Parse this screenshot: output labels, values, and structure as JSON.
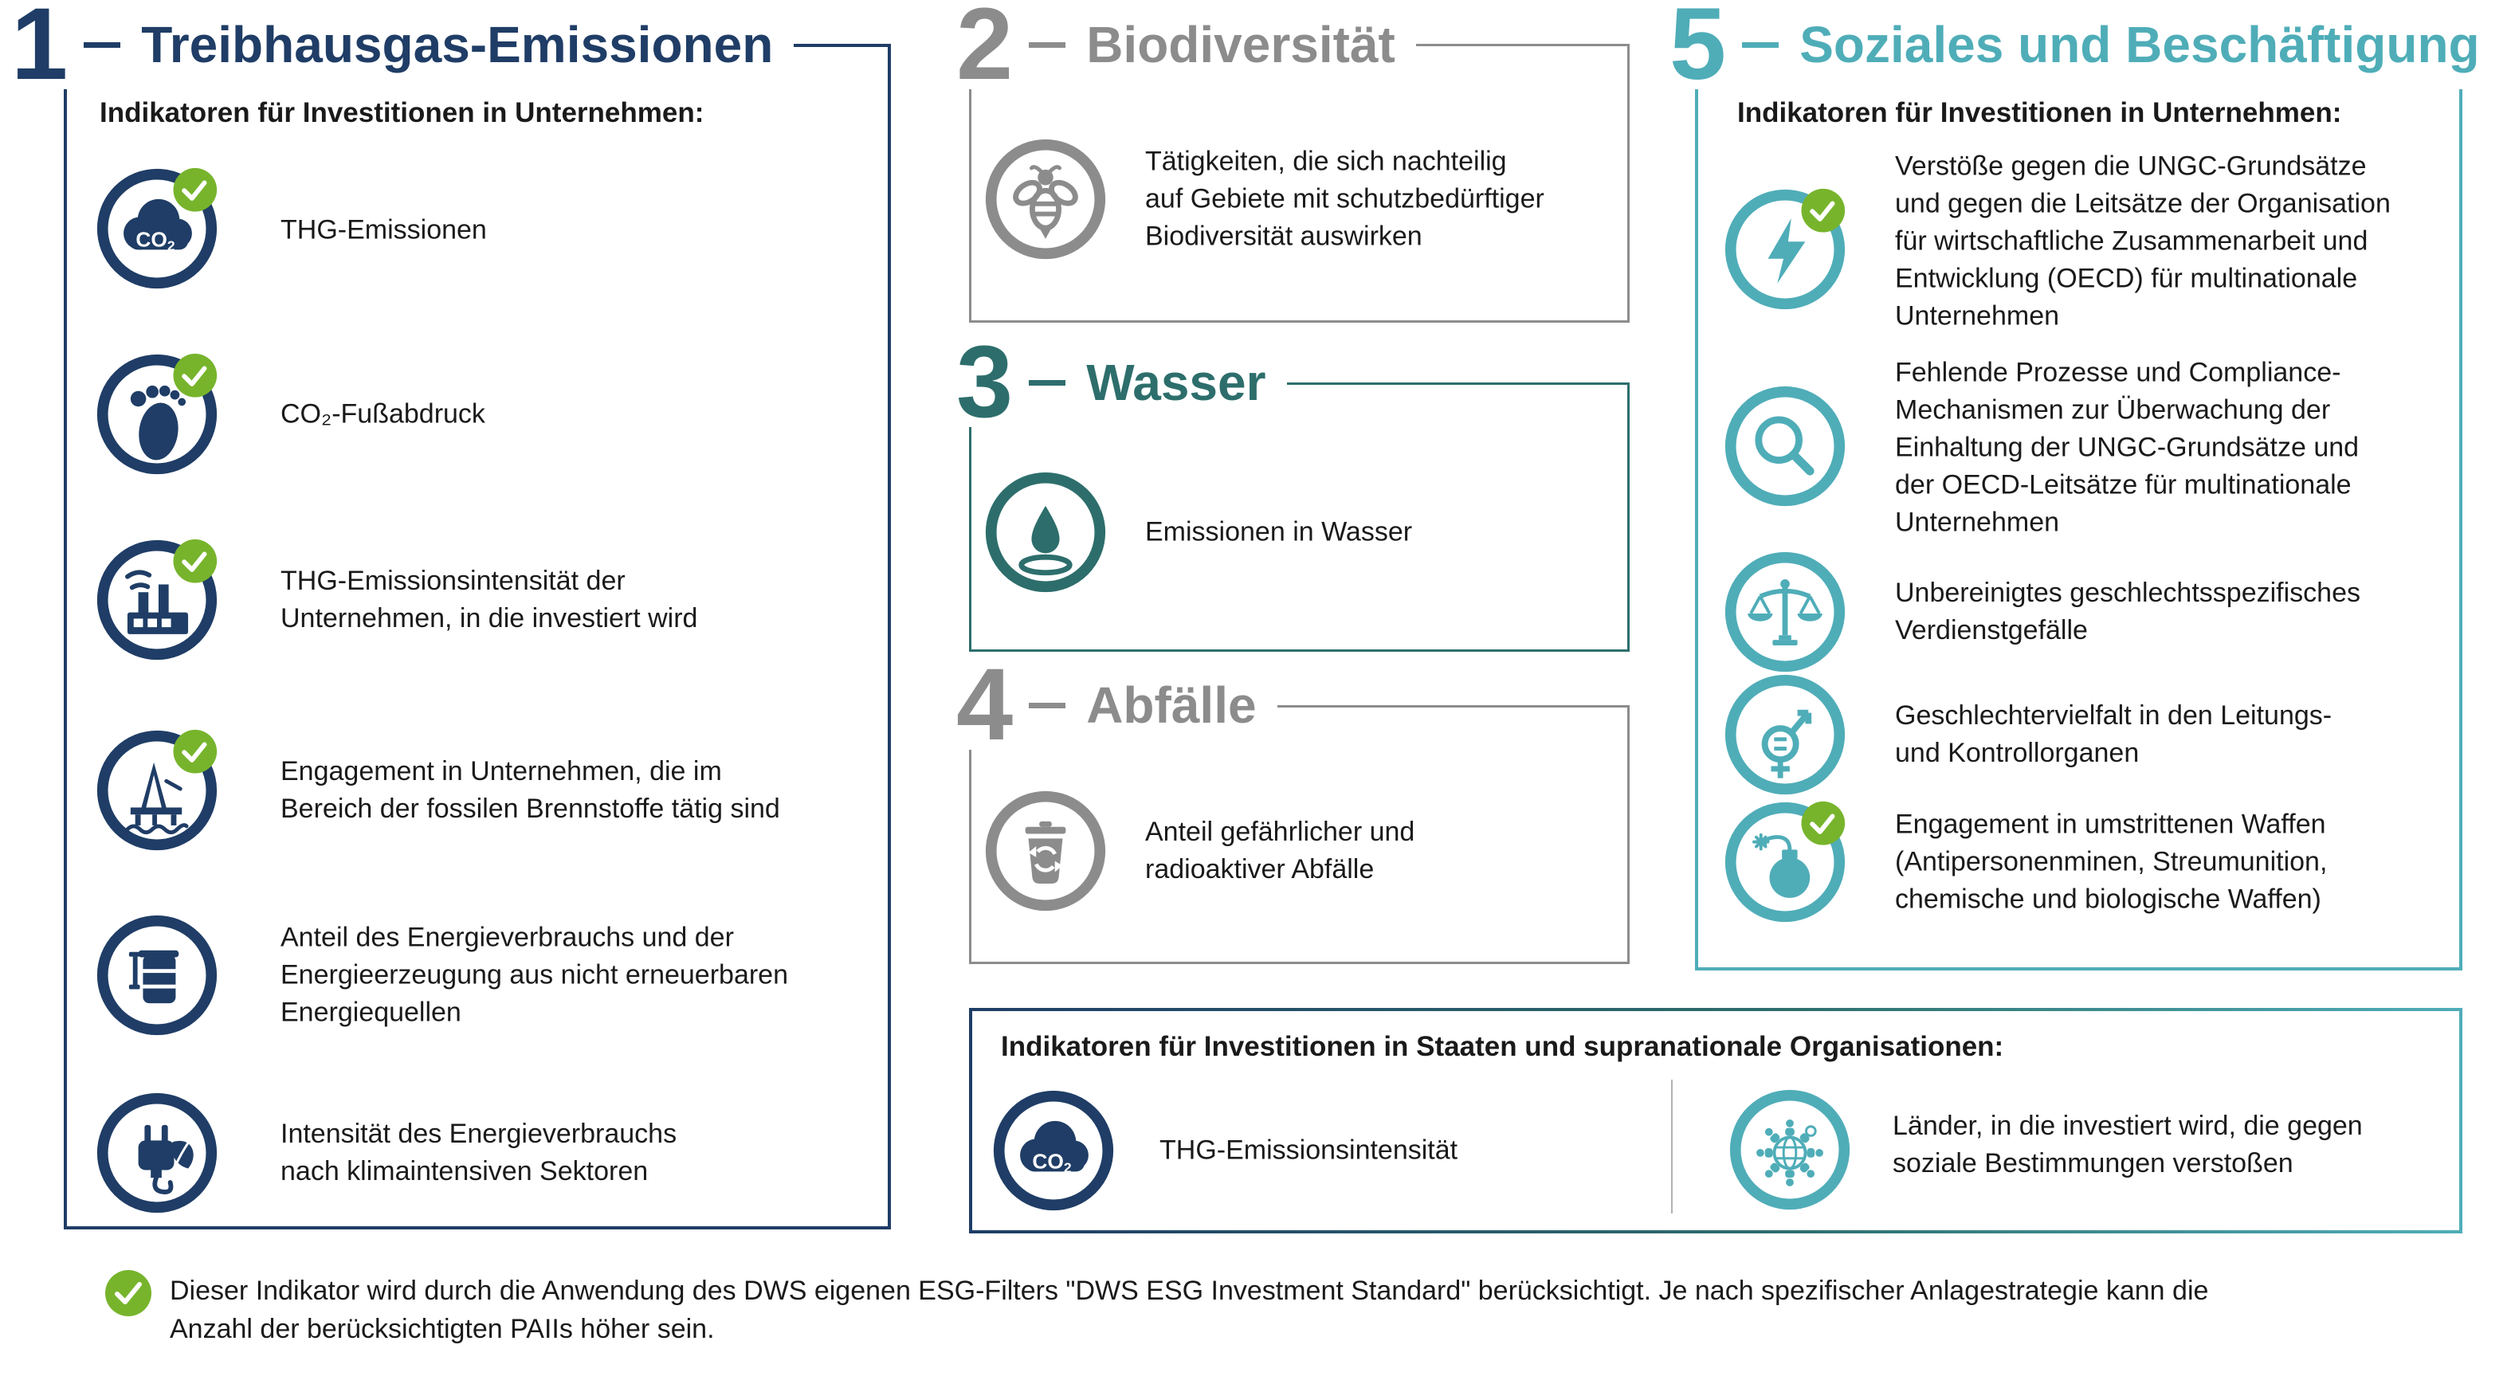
{
  "colors": {
    "navy": "#1f3d66",
    "gray": "#8c8c8c",
    "teal_dark": "#2d6e6c",
    "teal_light": "#4fadb8",
    "green_check": "#77b42c",
    "text": "#1a1a1a"
  },
  "sections": [
    {
      "number": "1",
      "title": "Treibhausgas-Emissionen",
      "heading": "Indikatoren für Investitionen in Unternehmen:",
      "items": [
        {
          "icon": "co2-cloud-icon",
          "checked": true,
          "text": "THG-Emissionen"
        },
        {
          "icon": "footprint-icon",
          "checked": true,
          "text": "CO₂-Fußabdruck"
        },
        {
          "icon": "factory-icon",
          "checked": true,
          "text": "THG-Emissionsintensität der\nUnternehmen, in die investiert wird"
        },
        {
          "icon": "oil-rig-icon",
          "checked": true,
          "text": "Engagement in Unternehmen, die im\nBereich der fossilen Brennstoffe tätig sind"
        },
        {
          "icon": "oil-barrel-icon",
          "checked": false,
          "text": "Anteil des Energieverbrauchs und der\nEnergieerzeugung aus nicht erneuerbaren\nEnergiequellen"
        },
        {
          "icon": "plug-leaf-icon",
          "checked": false,
          "text": "Intensität des Energieverbrauchs\nnach klimaintensiven Sektoren"
        }
      ]
    },
    {
      "number": "2",
      "title": "Biodiversität",
      "items": [
        {
          "icon": "bee-icon",
          "checked": false,
          "text": "Tätigkeiten, die sich nachteilig\nauf Gebiete mit schutzbedürftiger\nBiodiversität auswirken"
        }
      ]
    },
    {
      "number": "3",
      "title": "Wasser",
      "items": [
        {
          "icon": "water-drop-icon",
          "checked": false,
          "text": "Emissionen in Wasser"
        }
      ]
    },
    {
      "number": "4",
      "title": "Abfälle",
      "items": [
        {
          "icon": "trash-recycle-icon",
          "checked": false,
          "text": "Anteil gefährlicher und\nradioaktiver Abfälle"
        }
      ]
    },
    {
      "number": "5",
      "title": "Soziales und Beschäftigung",
      "heading": "Indikatoren für Investitionen in Unternehmen:",
      "items": [
        {
          "icon": "lightning-icon",
          "checked": true,
          "text": "Verstöße gegen die UNGC-Grundsätze\nund gegen die Leitsätze der Organisation\nfür wirtschaftliche Zusammenarbeit und\nEntwicklung (OECD) für multinationale\nUnternehmen"
        },
        {
          "icon": "magnifier-icon",
          "checked": false,
          "text": "Fehlende Prozesse und Compliance-\nMechanismen zur Überwachung der\nEinhaltung der UNGC-Grundsätze und\nder OECD-Leitsätze für multinationale\nUnternehmen"
        },
        {
          "icon": "scales-icon",
          "checked": false,
          "text": "Unbereinigtes geschlechtsspezifisches\nVerdienstgefälle"
        },
        {
          "icon": "gender-icon",
          "checked": false,
          "text": "Geschlechtervielfalt in den Leitungs-\nund Kontrollorganen"
        },
        {
          "icon": "bomb-icon",
          "checked": true,
          "text": "Engagement in umstrittenen Waffen\n(Antipersonenminen, Streumunition,\nchemische und biologische Waffen)"
        }
      ]
    }
  ],
  "states_box": {
    "heading": "Indikatoren für Investitionen in Staaten und supranationale Organisationen:",
    "items": [
      {
        "icon": "co2-cloud-icon",
        "checked": false,
        "text": "THG-Emissionsintensität"
      },
      {
        "icon": "globe-people-icon",
        "checked": false,
        "text": "Länder, in die investiert wird, die gegen\nsoziale Bestimmungen verstoßen"
      }
    ]
  },
  "footnote": {
    "icon": "check-icon",
    "text": "Dieser Indikator wird durch die Anwendung des DWS eigenen ESG-Filters \"DWS ESG Investment Standard\" berücksichtigt. Je nach spezifischer Anlagestrategie kann die\nAnzahl der berücksichtigten PAIIs höher sein."
  }
}
